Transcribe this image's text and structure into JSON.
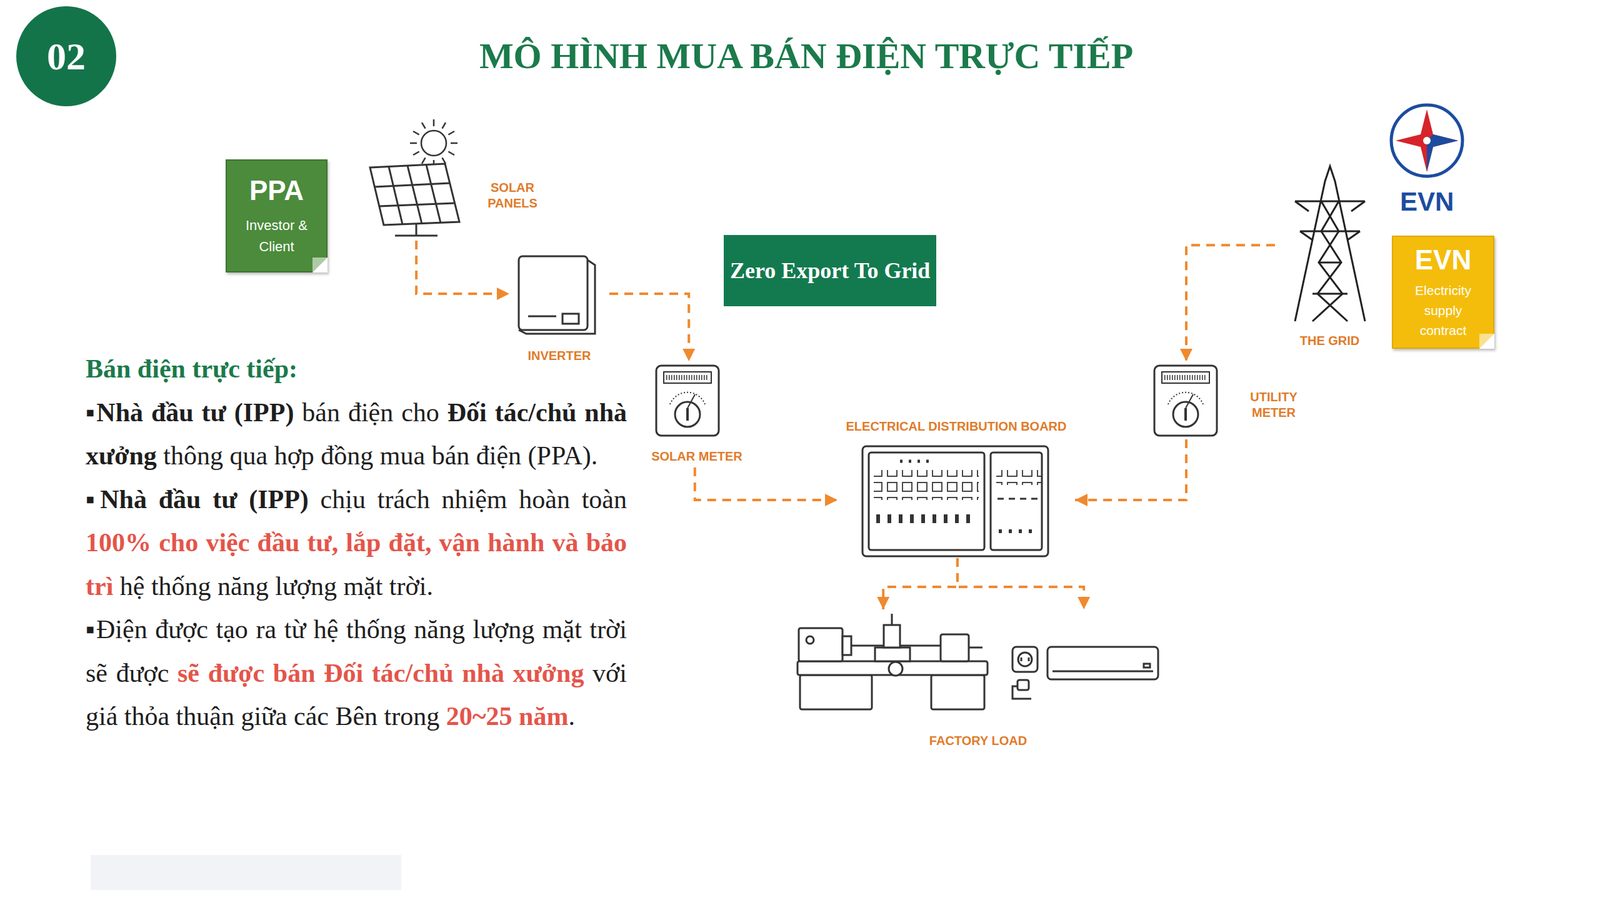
{
  "diagram": {
    "title": "MÔ HÌNH MUA BÁN ĐIỆN TRỰC TIẾP",
    "nodes": [
      {
        "text": [
          "02"
        ]
      },
      {
        "text": [
          "PPA",
          "Investor & Client"
        ]
      },
      {
        "text": [
          "SOLAR PANELS"
        ]
      },
      {
        "text": [
          "INVERTER"
        ]
      },
      {
        "text": [
          "Zero Export To Grid"
        ]
      },
      {
        "text": [
          "SOLAR METER"
        ]
      },
      {
        "text": [
          "ELECTRICAL DISTRIBUTION BOARD"
        ]
      },
      {
        "text": [
          "THE GRID"
        ]
      },
      {
        "text": [
          "EVN",
          "Electricity supply contract"
        ]
      },
      {
        "text": [
          "UTILITY METER"
        ]
      },
      {
        "text": [
          "FACTORY LOAD"
        ]
      }
    ],
    "edges": [
      {
        "from": 2,
        "to": 3,
        "arrow": "to"
      },
      {
        "from": 3,
        "to": 5,
        "arrow": "to"
      },
      {
        "from": 5,
        "to": 6,
        "arrow": "to"
      },
      {
        "from": 7,
        "to": 9,
        "arrow": "to"
      },
      {
        "from": 9,
        "to": 6,
        "arrow": "to"
      },
      {
        "from": 6,
        "to": 10,
        "arrow": "to"
      }
    ],
    "labels": [
      "EVN",
      "Bán điện trực tiếp:",
      "▪Nhà đầu tư (IPP)",
      " bán điện cho ",
      "Đối tác/chủ nhà xưởng",
      " thông qua hợp đồng mua bán điện (PPA).",
      "▪Nhà đầu tư (IPP)",
      " chịu trách nhiệm hoàn toàn ",
      "100% cho việc đầu tư, lắp đặt,  vận hành và bảo trì",
      " hệ thống năng lượng mặt trời.",
      "▪Điện được tạo ra từ hệ thống năng lượng mặt trời sẽ được ",
      "sẽ được bán Đối tác/chủ nhà xưởng",
      " với giá thỏa thuận giữa các Bên trong ",
      "20~25 năm",
      "."
    ]
  }
}
